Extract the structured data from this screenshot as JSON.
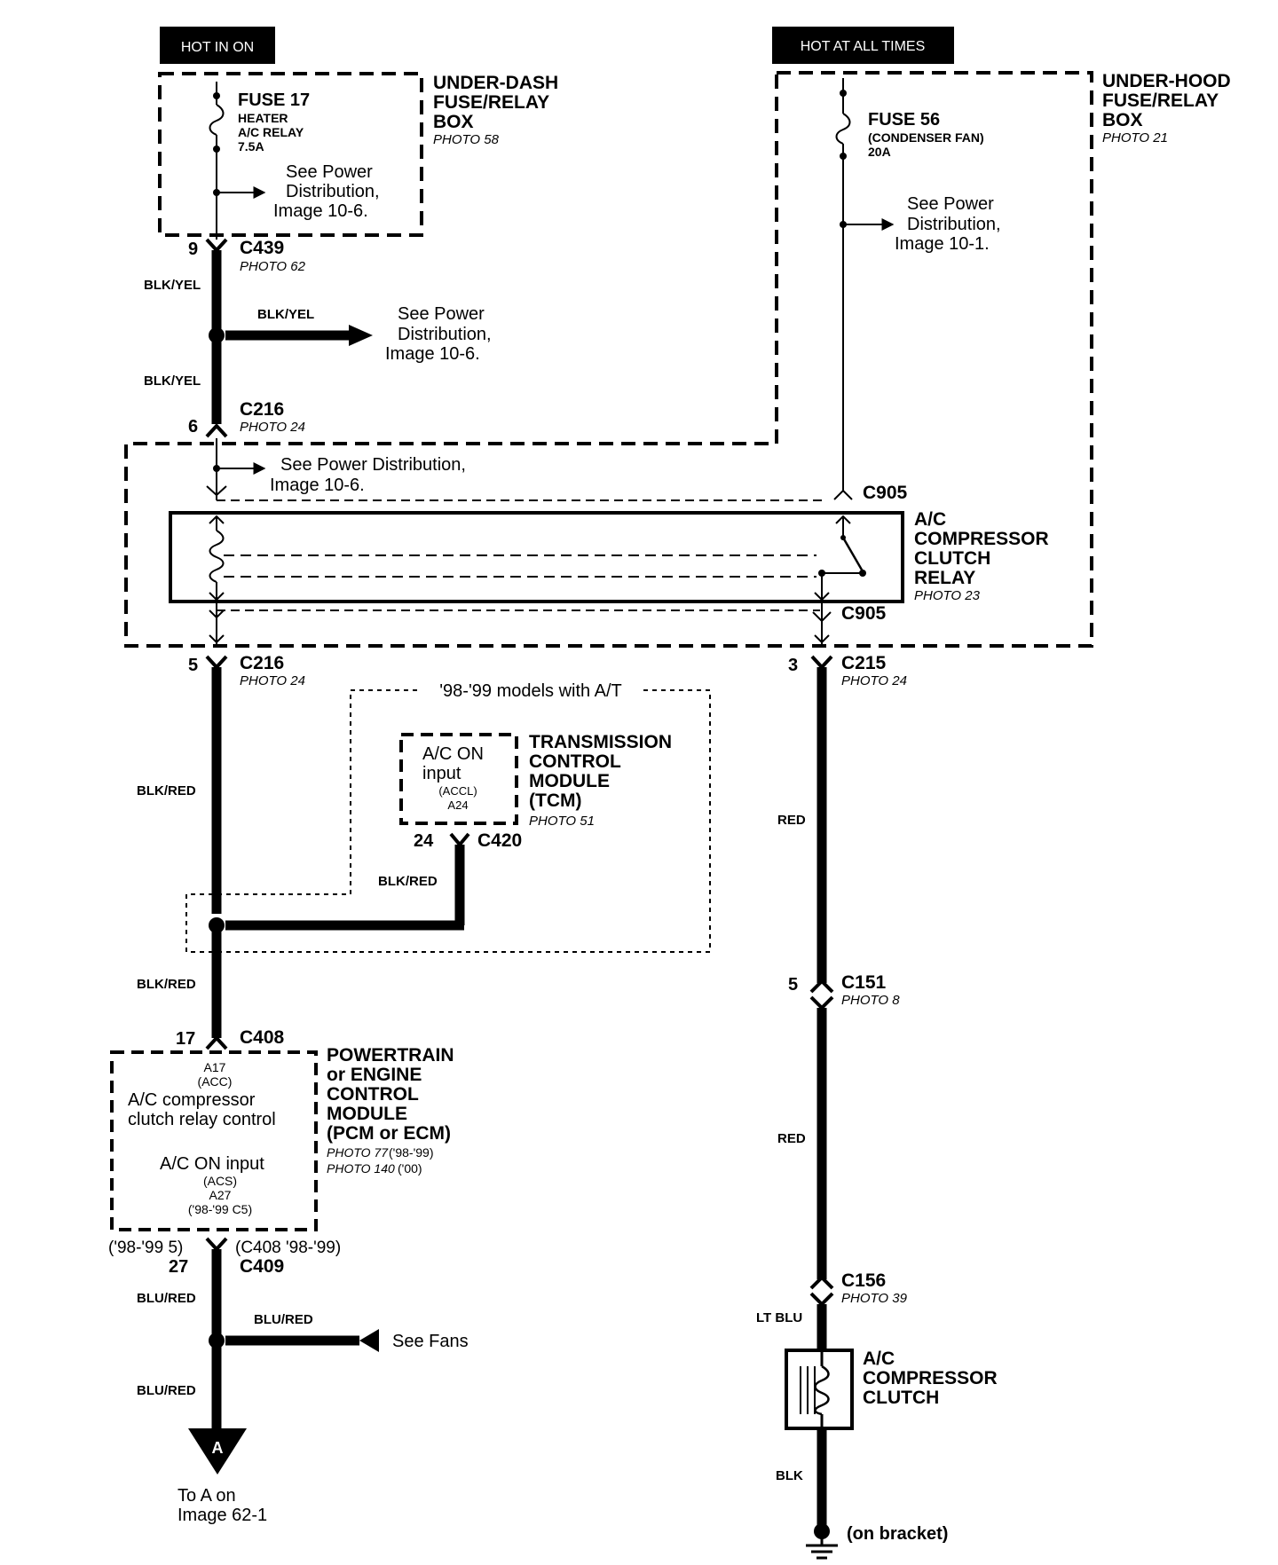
{
  "labels": {
    "hot_in_on": "HOT IN ON",
    "hot_at_all_times": "HOT AT ALL TIMES",
    "under_dash_box": [
      "UNDER-DASH",
      "FUSE/RELAY",
      "BOX"
    ],
    "under_dash_photo": "PHOTO 58",
    "fuse17_title": "FUSE 17",
    "fuse17_desc": [
      "HEATER",
      "A/C RELAY",
      "7.5A"
    ],
    "see_power_10_6": [
      "See Power",
      "Distribution,",
      "Image 10-6."
    ],
    "under_hood_box": [
      "UNDER-HOOD",
      "FUSE/RELAY",
      "BOX"
    ],
    "under_hood_photo": "PHOTO 21",
    "fuse56_title": "FUSE 56",
    "fuse56_desc": [
      "(CONDENSER FAN)",
      "20A"
    ],
    "see_power_10_1": [
      "See Power",
      "Distribution,",
      "Image 10-1."
    ],
    "see_power_inline": [
      "See Power Distribution,",
      "Image 10-6."
    ],
    "relay_name": [
      "A/C",
      "COMPRESSOR",
      "CLUTCH",
      "RELAY"
    ],
    "relay_photo": "PHOTO 23",
    "at_models": "'98-'99 models with A/T",
    "tcm_name": [
      "TRANSMISSION",
      "CONTROL",
      "MODULE",
      "(TCM)"
    ],
    "tcm_photo": "PHOTO 51",
    "tcm_pin": [
      "A/C ON",
      "input",
      "(ACCL)",
      "A24"
    ],
    "pcm_name": [
      "POWERTRAIN",
      "or ENGINE",
      "CONTROL",
      "MODULE",
      "(PCM or ECM)"
    ],
    "pcm_photo": [
      "PHOTO 77",
      "('98-'99)",
      "PHOTO 140",
      "('00)"
    ],
    "pcm_pin_a17": [
      "A17",
      "(ACC)",
      "A/C compressor",
      "clutch relay control"
    ],
    "pcm_pin_a27": [
      "A/C ON input",
      "(ACS)",
      "A27",
      "('98-'99 C5)"
    ],
    "pcm_c409": [
      "('98-'99 5)",
      "(C408 '98-'99)",
      "27",
      "C409"
    ],
    "see_fans": "See Fans",
    "to_a": [
      "To A on",
      "Image  62-1"
    ],
    "offpage_letter": "A",
    "clutch_name": [
      "A/C",
      "COMPRESSOR",
      "CLUTCH"
    ],
    "ground_note": "(on bracket)"
  },
  "connectors": {
    "c439": {
      "name": "C439",
      "pin": "9",
      "photo": "PHOTO 62"
    },
    "c216_top": {
      "name": "C216",
      "pin": "6",
      "photo": "PHOTO 24"
    },
    "c905_top": {
      "name": "C905"
    },
    "c905_bot": {
      "name": "C905"
    },
    "c216_bot": {
      "name": "C216",
      "pin": "5",
      "photo": "PHOTO 24"
    },
    "c215": {
      "name": "C215",
      "pin": "3",
      "photo": "PHOTO 24"
    },
    "c420": {
      "name": "C420",
      "pin": "24"
    },
    "c408": {
      "name": "C408",
      "pin": "17"
    },
    "c151": {
      "name": "C151",
      "pin": "5",
      "photo": "PHOTO 8"
    },
    "c156": {
      "name": "C156",
      "photo": "PHOTO 39"
    }
  },
  "wires": {
    "blk_yel": "BLK/YEL",
    "blk_red": "BLK/RED",
    "blu_red": "BLU/RED",
    "red": "RED",
    "lt_blu": "LT BLU",
    "blk": "BLK"
  }
}
